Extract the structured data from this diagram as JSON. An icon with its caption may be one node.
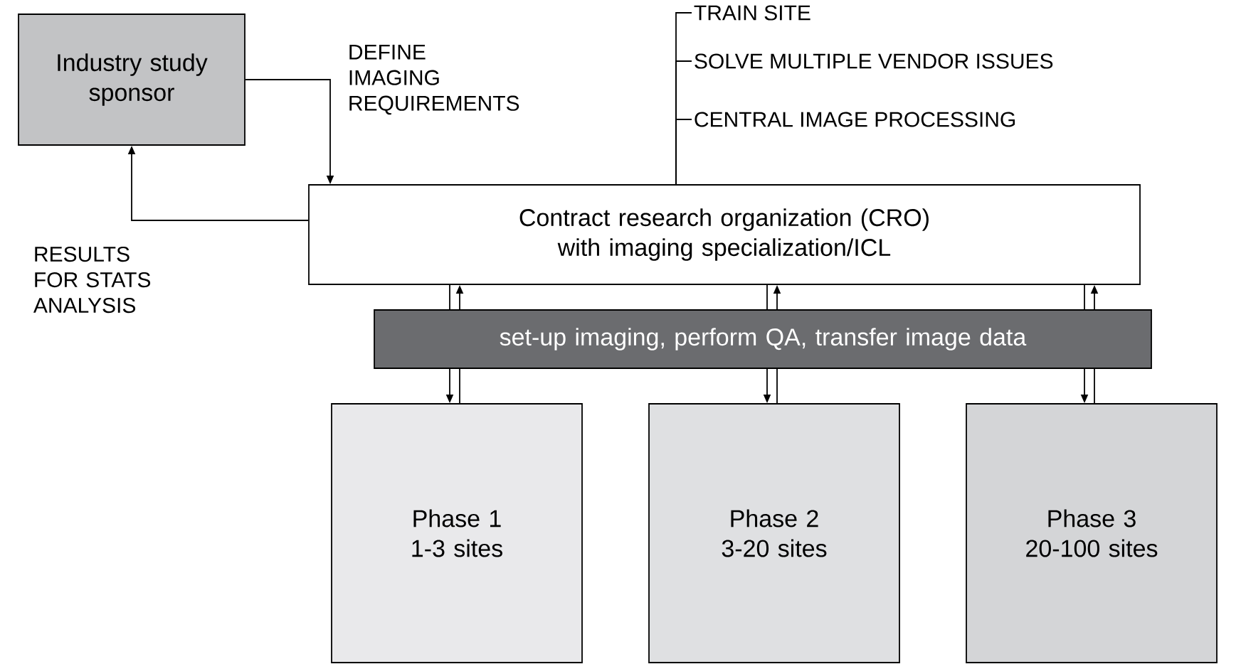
{
  "diagram": {
    "nodes": [
      {
        "text": [
          "Industry study sponsor"
        ]
      },
      {
        "text": [
          "Contract research organization (CRO) with imaging specialization/ICL"
        ]
      },
      {
        "text": [
          "set-up imaging, perform QA, transfer image data"
        ]
      },
      {
        "text": [
          "Phase 1 1-3 sites"
        ]
      },
      {
        "text": [
          "Phase 2 3-20 sites"
        ]
      },
      {
        "text": [
          "Phase 3 20-100 sites"
        ]
      },
      {
        "text": [
          "TRAIN SITE"
        ]
      },
      {
        "text": [
          "SOLVE MULTIPLE VENDOR ISSUES"
        ]
      },
      {
        "text": [
          "CENTRAL IMAGE PROCESSING"
        ]
      }
    ],
    "edges": [
      {
        "from": 0,
        "to": 1,
        "arrow": "to",
        "label": "DEFINE IMAGING REQUIREMENTS"
      },
      {
        "from": 1,
        "to": 0,
        "arrow": "to",
        "label": "RESULTS FOR STATS ANALYSIS"
      },
      {
        "from": 1,
        "to": 2,
        "arrow": "none"
      },
      {
        "from": 2,
        "to": 1,
        "arrow": "to"
      },
      {
        "from": 2,
        "to": 3,
        "arrow": "to"
      },
      {
        "from": 3,
        "to": 2,
        "arrow": "none"
      },
      {
        "from": 1,
        "to": 2,
        "arrow": "none"
      },
      {
        "from": 2,
        "to": 1,
        "arrow": "to"
      },
      {
        "from": 2,
        "to": 4,
        "arrow": "to"
      },
      {
        "from": 4,
        "to": 2,
        "arrow": "none"
      },
      {
        "from": 1,
        "to": 2,
        "arrow": "none"
      },
      {
        "from": 2,
        "to": 1,
        "arrow": "to"
      },
      {
        "from": 2,
        "to": 5,
        "arrow": "to"
      },
      {
        "from": 5,
        "to": 2,
        "arrow": "none"
      },
      {
        "from": 1,
        "to": 6,
        "arrow": "none"
      },
      {
        "from": 1,
        "to": 7,
        "arrow": "none"
      },
      {
        "from": 1,
        "to": 8,
        "arrow": "none"
      }
    ]
  }
}
